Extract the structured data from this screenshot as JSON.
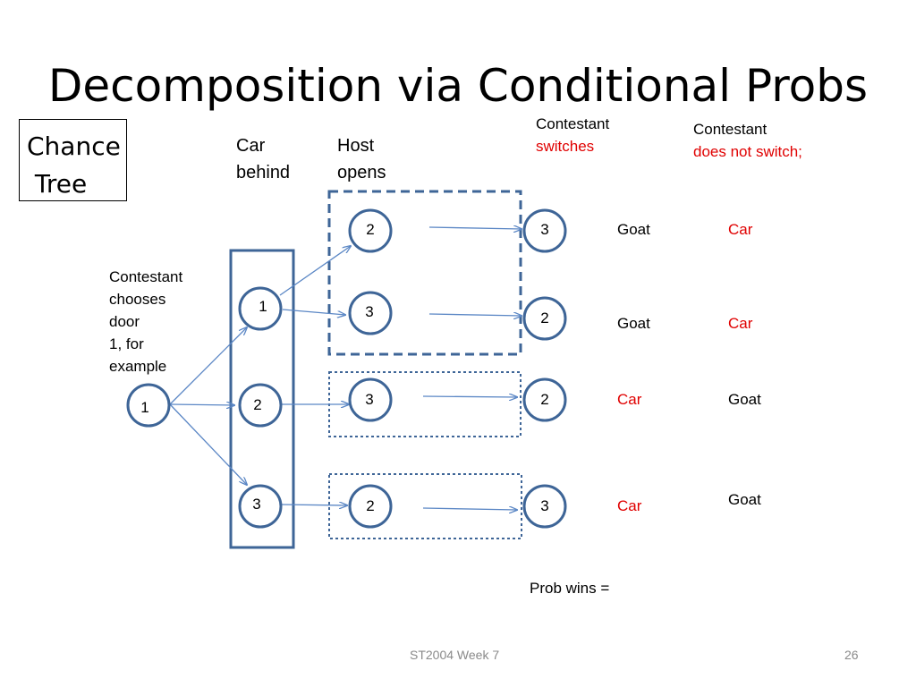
{
  "title": "Decomposition via Conditional Probs",
  "chance_tree": "Chance\n Tree",
  "headers": {
    "car_behind": "Car\nbehind",
    "host_opens": "Host\nopens",
    "switch_line1": "Contestant",
    "switch_line2": "switches",
    "noswitch_line1": "Contestant",
    "noswitch_line2": "does not switch;"
  },
  "chooses_label": "Contestant\nchooses\ndoor\n1, for\nexample",
  "nodes": {
    "root": "1",
    "car": [
      "1",
      "2",
      "3"
    ],
    "host": [
      "2",
      "3",
      "3",
      "2"
    ],
    "final": [
      "3",
      "2",
      "2",
      "3"
    ]
  },
  "outcomes": [
    {
      "switch": "Goat",
      "noswitch": "Car"
    },
    {
      "switch": "Goat",
      "noswitch": "Car"
    },
    {
      "switch": "Car",
      "noswitch": "Goat"
    },
    {
      "switch": "Car",
      "noswitch": "Goat"
    }
  ],
  "prob_label": "Prob wins =",
  "footer": {
    "course": "ST2004 Week 7",
    "page": "26"
  },
  "colors": {
    "node_stroke": "#3e6597",
    "arrow": "#5b87c5",
    "highlight_red": "#e00000",
    "box_stroke": "#3e6597"
  }
}
